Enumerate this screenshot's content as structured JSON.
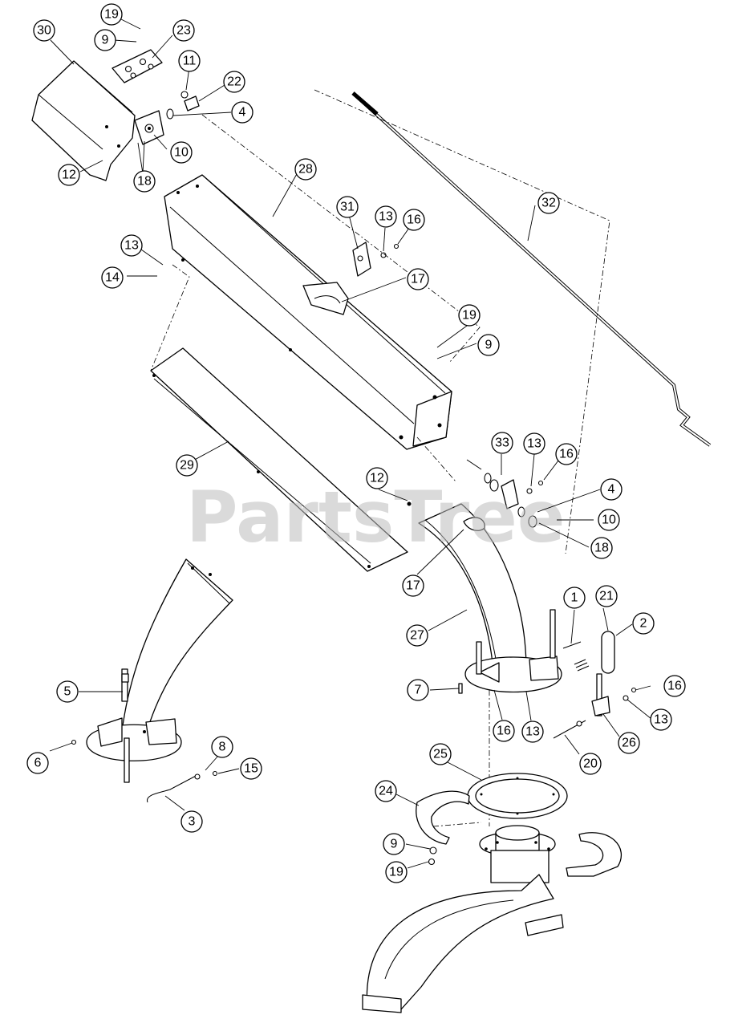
{
  "watermark": "PartsTree",
  "colors": {
    "line": "#000000",
    "background": "#ffffff",
    "watermark": "#bdbdbd"
  },
  "callouts": [
    {
      "id": "c19a",
      "label": "19"
    },
    {
      "id": "c30",
      "label": "30"
    },
    {
      "id": "c9a",
      "label": "9"
    },
    {
      "id": "c23",
      "label": "23"
    },
    {
      "id": "c11",
      "label": "11"
    },
    {
      "id": "c22",
      "label": "22"
    },
    {
      "id": "c4a",
      "label": "4"
    },
    {
      "id": "c10a",
      "label": "10"
    },
    {
      "id": "c12a",
      "label": "12"
    },
    {
      "id": "c18a",
      "label": "18"
    },
    {
      "id": "c28",
      "label": "28"
    },
    {
      "id": "c32",
      "label": "32"
    },
    {
      "id": "c31",
      "label": "31"
    },
    {
      "id": "c13a",
      "label": "13"
    },
    {
      "id": "c16a",
      "label": "16"
    },
    {
      "id": "c13b",
      "label": "13"
    },
    {
      "id": "c14",
      "label": "14"
    },
    {
      "id": "c17a",
      "label": "17"
    },
    {
      "id": "c19b",
      "label": "19"
    },
    {
      "id": "c9b",
      "label": "9"
    },
    {
      "id": "c29",
      "label": "29"
    },
    {
      "id": "c33",
      "label": "33"
    },
    {
      "id": "c13c",
      "label": "13"
    },
    {
      "id": "c16b",
      "label": "16"
    },
    {
      "id": "c12b",
      "label": "12"
    },
    {
      "id": "c4b",
      "label": "4"
    },
    {
      "id": "c10b",
      "label": "10"
    },
    {
      "id": "c18b",
      "label": "18"
    },
    {
      "id": "c17b",
      "label": "17"
    },
    {
      "id": "c1",
      "label": "1"
    },
    {
      "id": "c21",
      "label": "21"
    },
    {
      "id": "c2",
      "label": "2"
    },
    {
      "id": "c27",
      "label": "27"
    },
    {
      "id": "c5",
      "label": "5"
    },
    {
      "id": "c7",
      "label": "7"
    },
    {
      "id": "c16c",
      "label": "16"
    },
    {
      "id": "c16d",
      "label": "16"
    },
    {
      "id": "c13d",
      "label": "13"
    },
    {
      "id": "c13e",
      "label": "13"
    },
    {
      "id": "c26",
      "label": "26"
    },
    {
      "id": "c6",
      "label": "6"
    },
    {
      "id": "c8",
      "label": "8"
    },
    {
      "id": "c15",
      "label": "15"
    },
    {
      "id": "c20",
      "label": "20"
    },
    {
      "id": "c3",
      "label": "3"
    },
    {
      "id": "c25",
      "label": "25"
    },
    {
      "id": "c24",
      "label": "24"
    },
    {
      "id": "c9c",
      "label": "9"
    },
    {
      "id": "c19c",
      "label": "19"
    }
  ]
}
